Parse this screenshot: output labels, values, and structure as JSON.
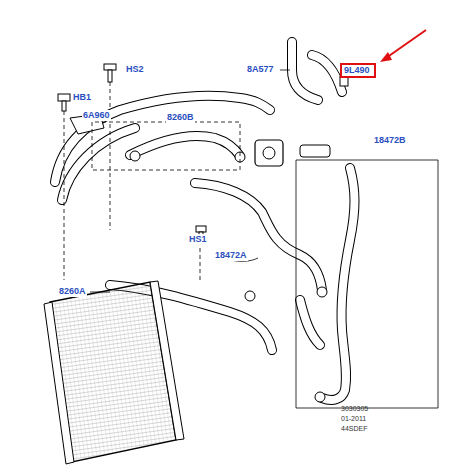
{
  "diagram": {
    "nodes": [
      {
        "text": [
          "9L490"
        ]
      }
    ],
    "edges": [],
    "labels": [
      "HS2",
      "HB1",
      "6A960",
      "8A577",
      "8260B",
      "18472B",
      "HS1",
      "18472A",
      "8260A",
      "3030305",
      "01-2011",
      "44SDEF"
    ]
  }
}
